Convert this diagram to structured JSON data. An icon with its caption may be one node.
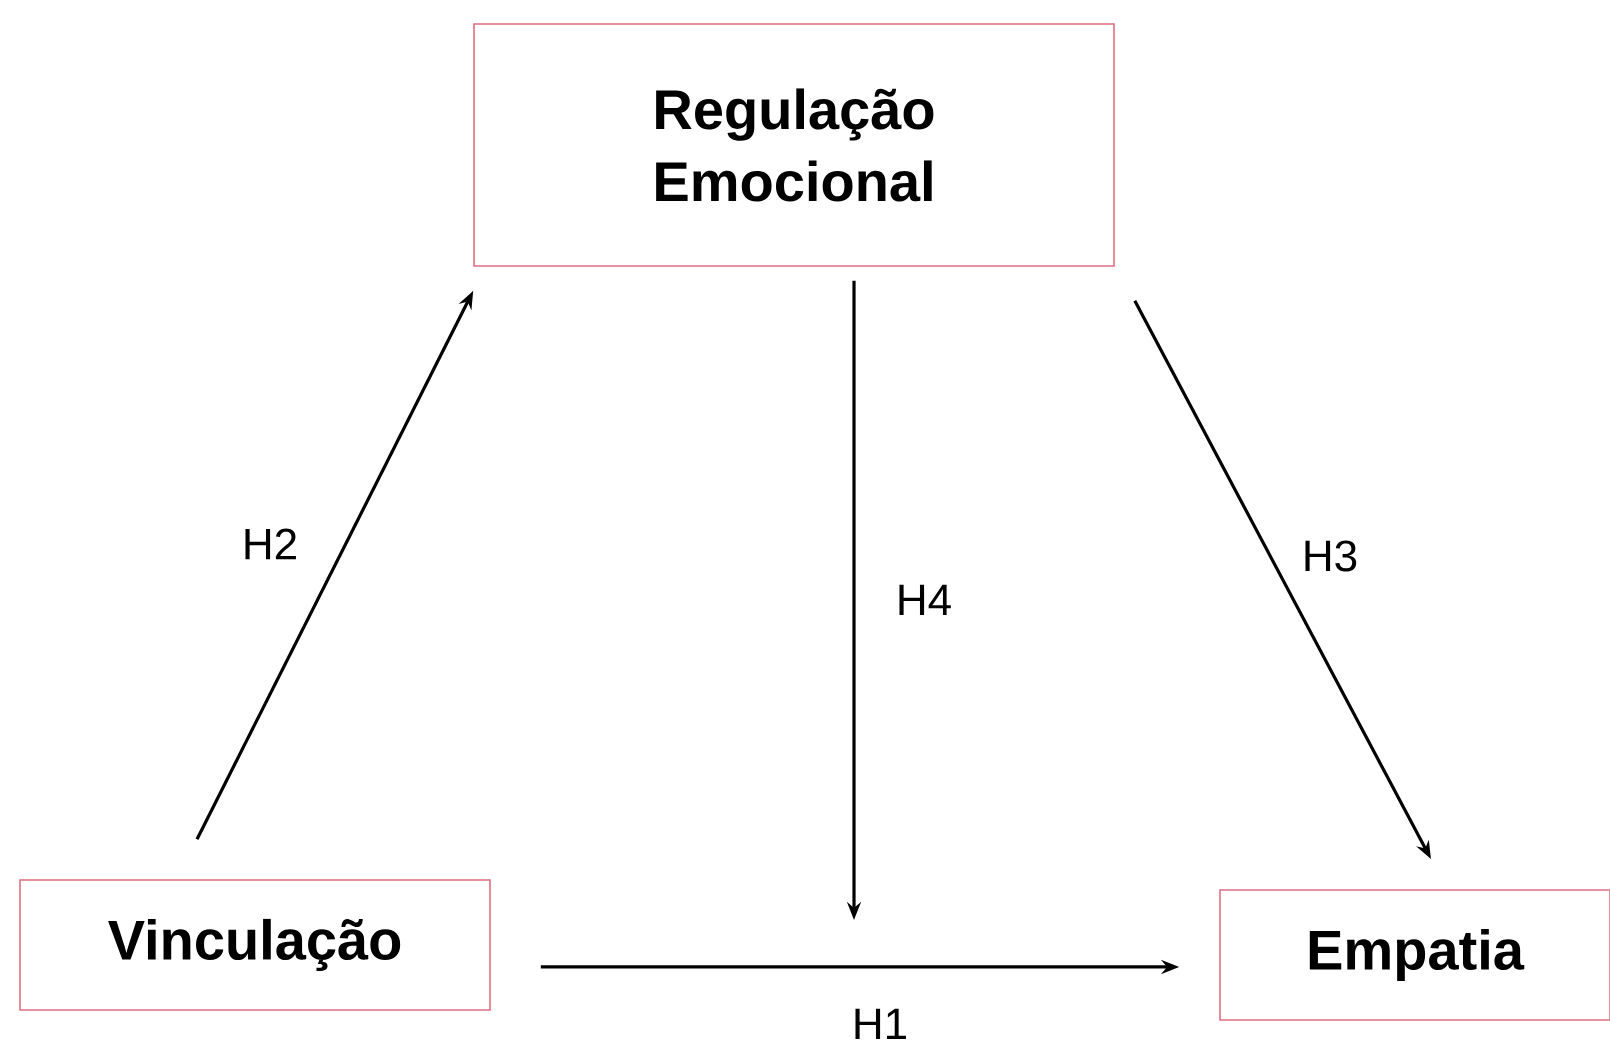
{
  "diagram": {
    "nodes": [
      {
        "text": [
          "Regulação Emocional"
        ]
      },
      {
        "text": [
          "Vinculação"
        ]
      },
      {
        "text": [
          "Empatia"
        ]
      }
    ],
    "edges": [
      {
        "from": 1,
        "to": 2,
        "arrow": "to",
        "label": "H1"
      },
      {
        "from": 1,
        "to": 0,
        "arrow": "to",
        "label": "H2"
      },
      {
        "from": 0,
        "to": 2,
        "arrow": "to",
        "label": "H3"
      },
      {
        "from": 0,
        "to": null,
        "arrow": "to",
        "label": "H4"
      }
    ]
  }
}
